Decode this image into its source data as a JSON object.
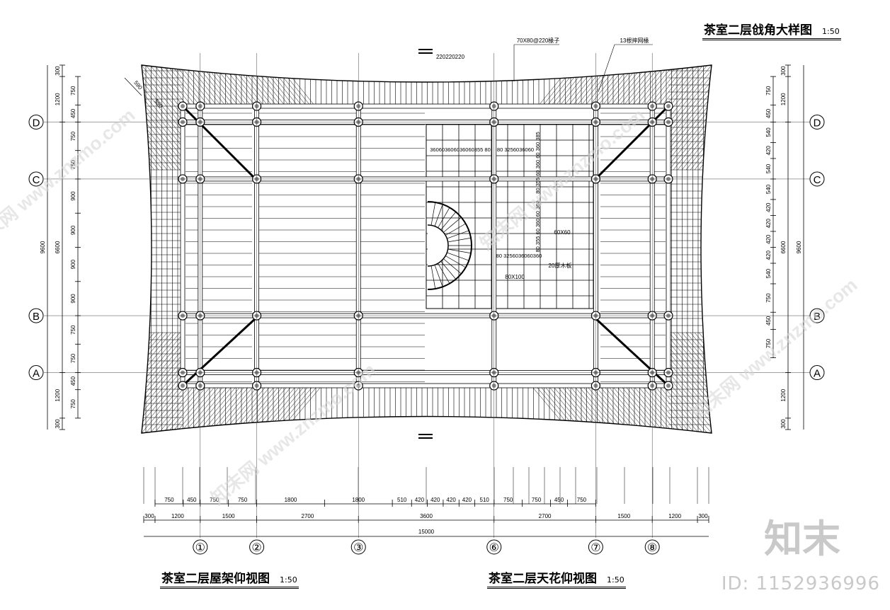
{
  "titles": {
    "top": {
      "text": "茶室二层戗角大样图",
      "scale": "1:50"
    },
    "roof": {
      "text": "茶室二层屋架仰视图",
      "scale": "1:50"
    },
    "ceiling": {
      "text": "茶室二层天花仰视图",
      "scale": "1:50"
    }
  },
  "axes": {
    "columns": [
      "①",
      "②",
      "③",
      "⑥",
      "⑦",
      "⑧"
    ],
    "rows": [
      "D",
      "C",
      "B",
      "A"
    ]
  },
  "dims": {
    "bottom_detail": [
      "750",
      "450",
      "750",
      "750",
      "1800",
      "1800",
      "510",
      "420",
      "420",
      "420",
      "420",
      "510",
      "750",
      "750",
      "450",
      "750"
    ],
    "bottom_mid": [
      "300",
      "1200",
      "1500",
      "2700",
      "3600",
      "2700",
      "1500",
      "1200",
      "300"
    ],
    "bottom_total": "15000",
    "left_detail": [
      "750",
      "450",
      "750",
      "750",
      "900",
      "900",
      "900",
      "900",
      "750",
      "750",
      "450",
      "750"
    ],
    "left_mid": [
      "300",
      "1200",
      "6600",
      "1200",
      "300"
    ],
    "left_total": "9600",
    "right_detail": [
      "750",
      "450",
      "540",
      "420",
      "540",
      "540",
      "420",
      "420",
      "420",
      "420",
      "540",
      "750",
      "450",
      "750"
    ],
    "right_mid": [
      "300",
      "1200",
      "6600",
      "1200",
      "300"
    ],
    "right_total": "9600",
    "top_rafter": "220220220",
    "corner": [
      "590",
      "590"
    ]
  },
  "annotations": {
    "rafter": "70X80@220椽子",
    "fan_rafter": "13根摔网椽",
    "ceiling_row1": "360603606036060355 80",
    "ceiling_row1b": "80 3256036060",
    "ceiling_col": "80 355 60 360 60 360 385",
    "ceiling_col2": "80 355 60 360 60 360",
    "ceiling_row2": "80 3256036060360",
    "grid_size": "60X60",
    "board": "20厚木板",
    "beam_size": "80X100"
  },
  "watermark": {
    "text": "知末网 www.znzmo.com",
    "logo": "知末",
    "id": "ID: 1152936996"
  },
  "colors": {
    "line": "#000000",
    "watermark": "#d8d8d8"
  }
}
